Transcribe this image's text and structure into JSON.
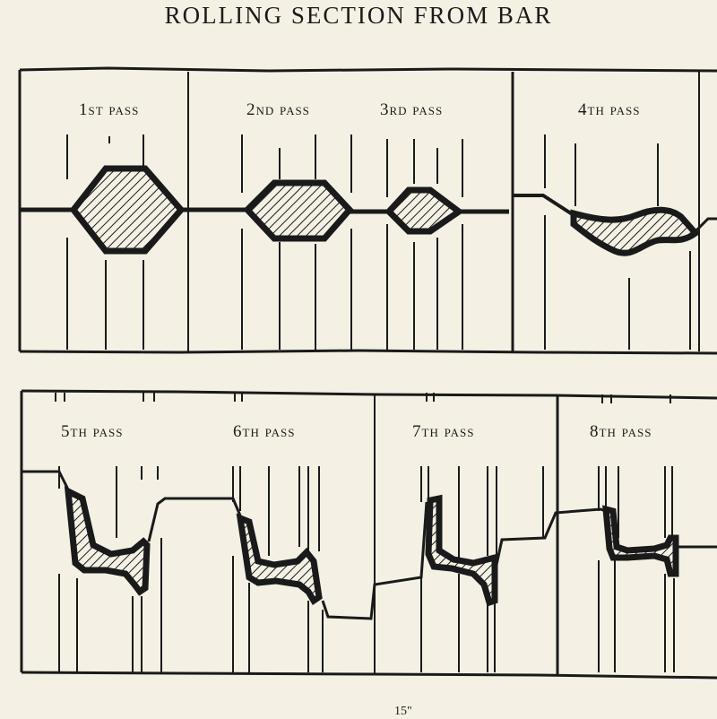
{
  "title": "ROLLING SECTION FROM BAR",
  "passes": [
    "1st pass",
    "2nd pass",
    "3rd pass",
    "4th pass",
    "5th pass",
    "6th pass",
    "7th pass",
    "8th pass"
  ],
  "footer_fragment": "15\"",
  "colors": {
    "paper": "#f4f1e4",
    "ink": "#1a1a1a"
  }
}
